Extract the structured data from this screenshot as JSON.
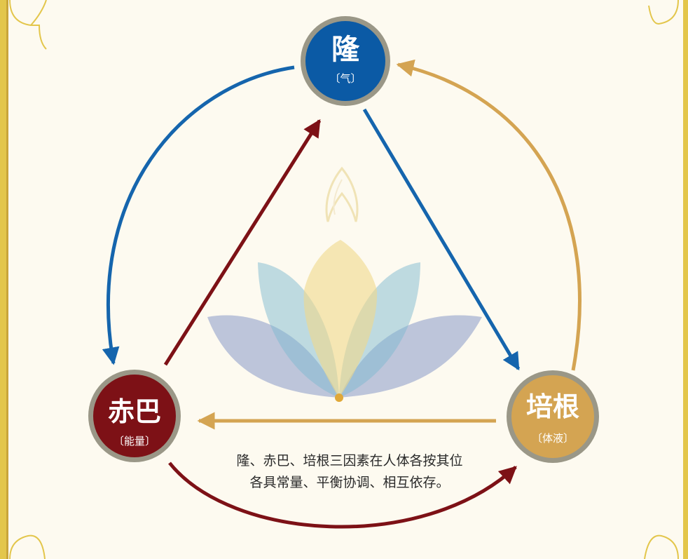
{
  "nodes": {
    "lung": {
      "name": "隆",
      "sub": "〔气〕",
      "color": "#0b5aa5"
    },
    "tripa": {
      "name": "赤巴",
      "sub": "〔能量〕",
      "color": "#7d1116"
    },
    "beken": {
      "name": "培根",
      "sub": "〔体液〕",
      "color": "#d4a452"
    }
  },
  "caption": {
    "line1": "隆、赤巴、培根三因素在人体各按其位",
    "line2": "各具常量、平衡协调、相互依存。"
  },
  "colors": {
    "frame": "#e3c64b",
    "ring": "#9a9787",
    "blue_arrow": "#1565ad",
    "red_arrow": "#7d1116",
    "gold_arrow": "#d4a452",
    "background": "#fdfaf0"
  },
  "icons": {
    "lotus": "lotus-icon",
    "flame": "flame-icon"
  }
}
